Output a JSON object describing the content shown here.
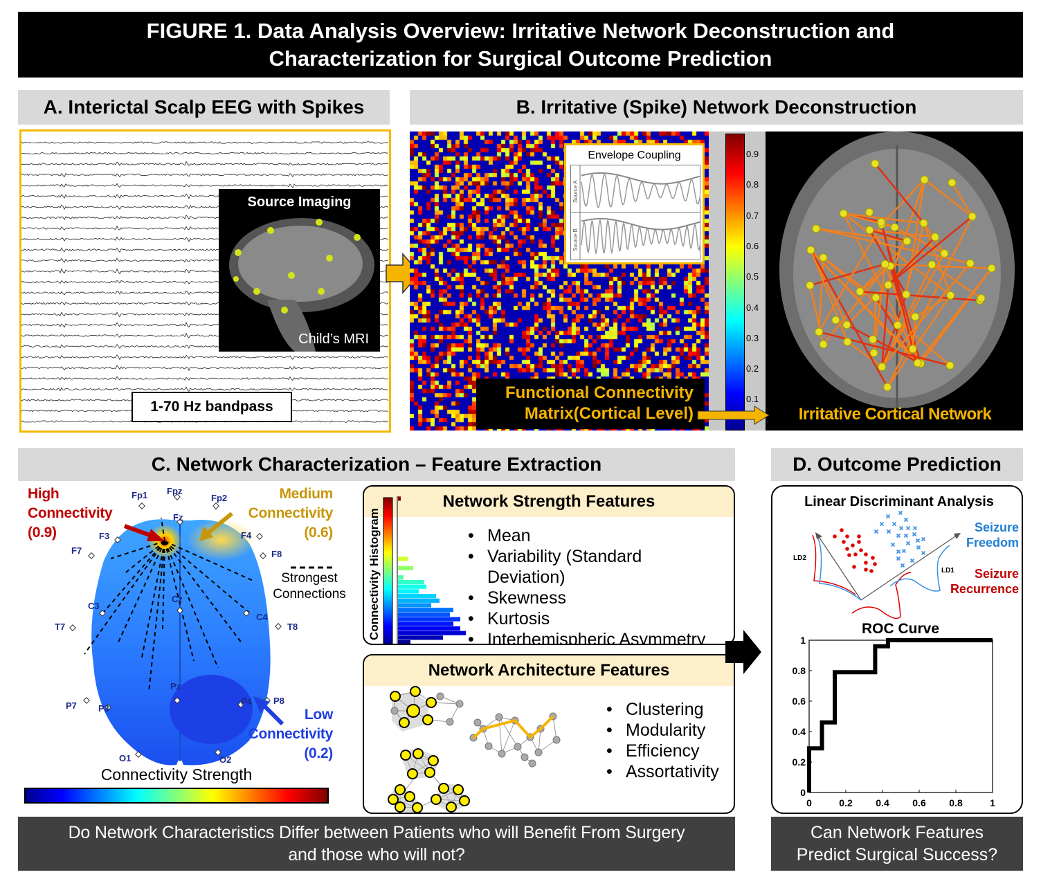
{
  "title": {
    "line1": "FIGURE 1. Data Analysis Overview: Irritative Network Deconstruction and",
    "line2": "Characterization  for Surgical Outcome Prediction"
  },
  "panel_a": {
    "header": "A. Interictal Scalp EEG with Spikes",
    "source_imaging": "Source Imaging",
    "mri_label": "Child’s MRI",
    "bandpass": "1-70 Hz bandpass"
  },
  "panel_b": {
    "header": "B. Irritative (Spike) Network Deconstruction",
    "inset_title": "Envelope Coupling",
    "source_a": "Source A",
    "source_b": "Source B",
    "colorbar_ticks": [
      "0.9",
      "0.8",
      "0.7",
      "0.6",
      "0.5",
      "0.4",
      "0.3",
      "0.2",
      "0.1"
    ],
    "matrix_label1": "Functional Connectivity",
    "matrix_label2": "Matrix(Cortical Level)",
    "network_label": "Irritative Cortical Network"
  },
  "panel_c": {
    "header": "C. Network Characterization – Feature Extraction",
    "high": {
      "l1": "High",
      "l2": "Connectivity",
      "l3": "(0.9)"
    },
    "medium": {
      "l1": "Medium",
      "l2": "Connectivity",
      "l3": "(0.6)"
    },
    "low": {
      "l1": "Low",
      "l2": "Connectivity",
      "l3": "(0.2)"
    },
    "legend_dash": "-----",
    "legend1": "Strongest",
    "legend2": "Connections",
    "electrodes": [
      "Fp1",
      "Fpz",
      "Fp2",
      "F3",
      "Fz",
      "F4",
      "F7",
      "F8",
      "C3",
      "Cz",
      "C4",
      "T7",
      "T8",
      "P7",
      "P3",
      "Pz",
      "P4",
      "P8",
      "O1",
      "O2"
    ],
    "colorbar_label": "Connectivity Strength",
    "strength": {
      "title": "Network Strength Features",
      "hist_label": "Connectivity Histogram",
      "items": [
        "Mean",
        "Variability (Standard",
        "Deviation)",
        "Skewness",
        "Kurtosis",
        "Interhemispheric Asymmetry"
      ]
    },
    "architecture": {
      "title": "Network Architecture Features",
      "items": [
        "Clustering",
        "Modularity",
        "Efficiency",
        "Assortativity"
      ]
    },
    "question": {
      "l1": "Do Network Characteristics Differ between Patients who will Benefit From Surgery",
      "l2": "and those who will not?"
    }
  },
  "panel_d": {
    "header": "D. Outcome Prediction",
    "lda_title": "Linear Discriminant Analysis",
    "ld1": "LD1",
    "ld2": "LD2",
    "freedom": {
      "l1": "Seizure",
      "l2": "Freedom"
    },
    "recurrence": {
      "l1": "Seizure",
      "l2": "Recurrence"
    },
    "question": {
      "l1": "Can Network Features",
      "l2": "Predict Surgical Success?"
    }
  },
  "chart_data": {
    "type": "line",
    "title": "ROC Curve",
    "xlabel": "",
    "ylabel": "",
    "xlim": [
      0,
      1
    ],
    "ylim": [
      0,
      1
    ],
    "xticks": [
      "0",
      "0.2",
      "0.4",
      "0.6",
      "0.8",
      "1"
    ],
    "yticks": [
      "0",
      "0.2",
      "0.4",
      "0.6",
      "0.8",
      "1"
    ],
    "x": [
      0,
      0,
      0.07,
      0.07,
      0.14,
      0.14,
      0.36,
      0.36,
      0.43,
      0.43,
      1
    ],
    "y": [
      0,
      0.29,
      0.29,
      0.46,
      0.46,
      0.79,
      0.79,
      0.96,
      0.96,
      1,
      1
    ]
  },
  "colors": {
    "orange": "#f5b400",
    "red": "#c00000",
    "gold": "#c8960a",
    "blue": "#1f3fe0",
    "seizure_free": "#1f7fd6"
  }
}
